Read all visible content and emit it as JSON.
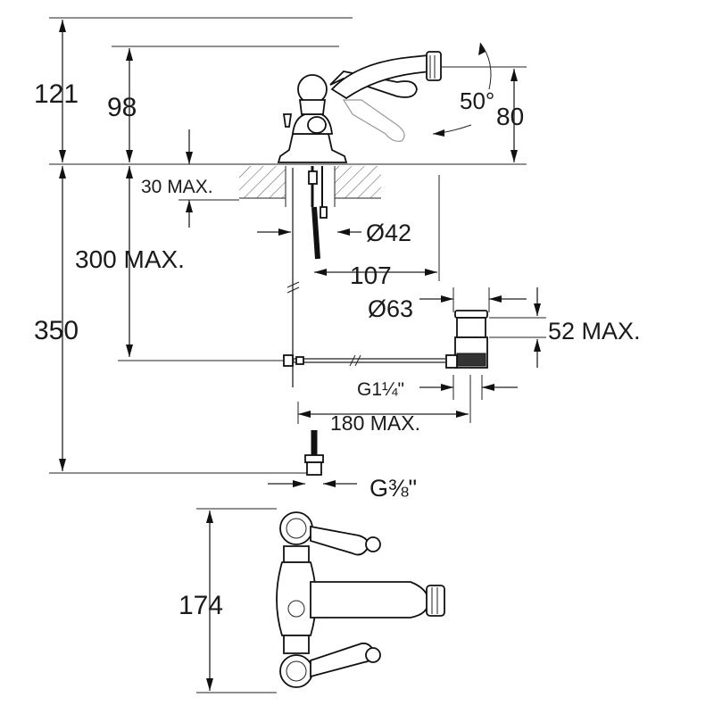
{
  "diagram": {
    "dimensions": {
      "h121": "121",
      "h98": "98",
      "h80": "80",
      "angle50": "50°",
      "max30": "30 MAX.",
      "d42": "Ø42",
      "max300": "300 MAX.",
      "d107": "107",
      "d63": "Ø63",
      "h350": "350",
      "max52": "52 MAX.",
      "g114": "G1¼\"",
      "max180": "180 MAX.",
      "g38": "G⅜\"",
      "h174": "174"
    }
  },
  "colors": {
    "line": "#222222",
    "hatch": "#555555",
    "background": "#ffffff"
  }
}
